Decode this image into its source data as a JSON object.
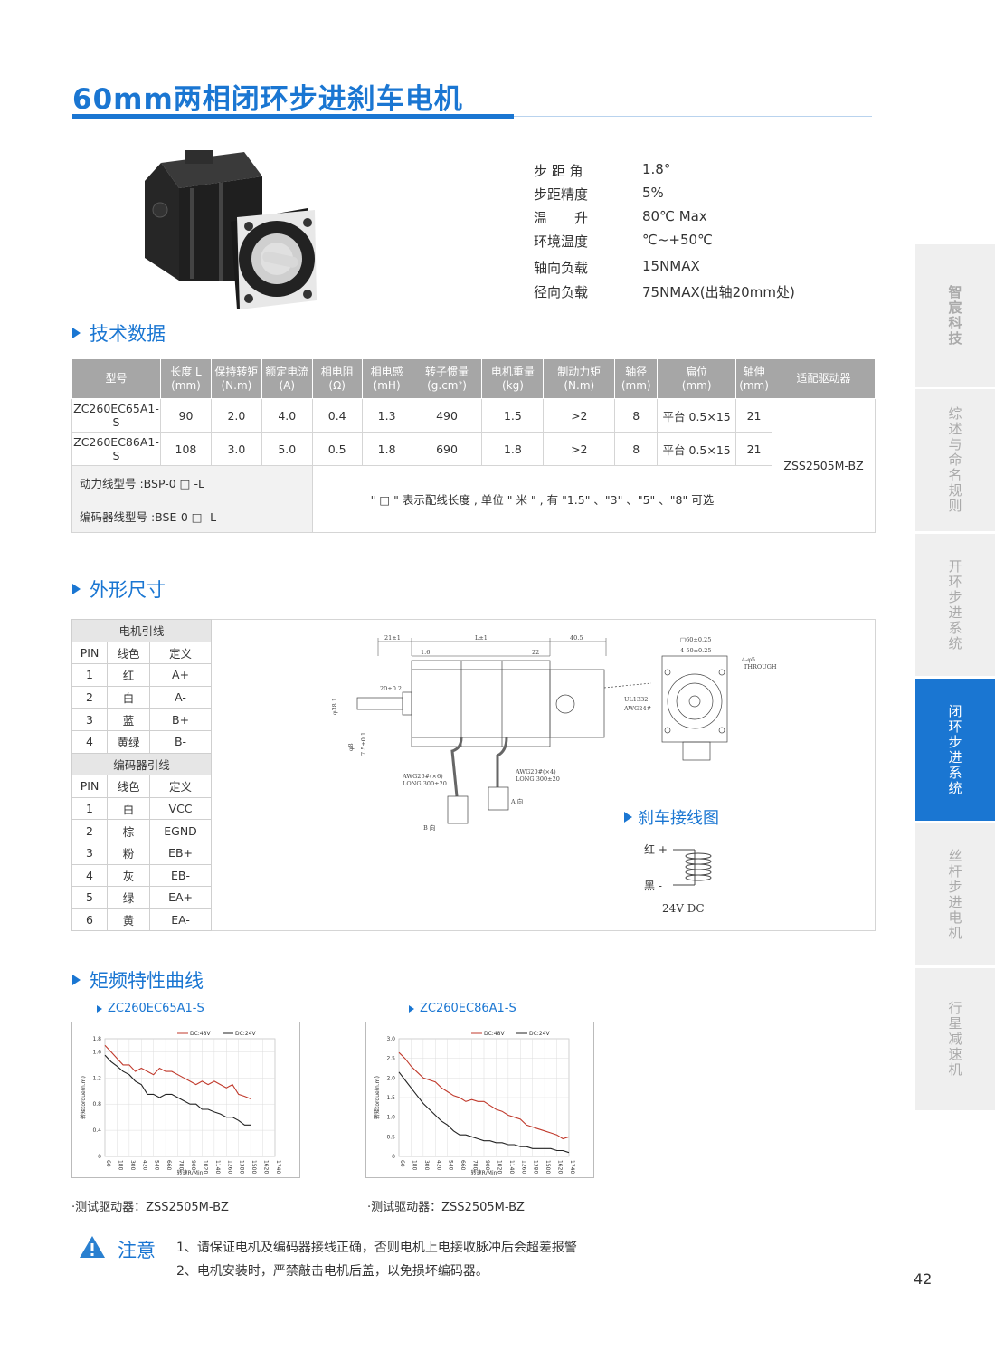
{
  "title": "60mm两相闭环步进刹车电机",
  "specs": [
    {
      "k": "步 距 角",
      "v": "1.8°"
    },
    {
      "k": "步距精度",
      "v": "5%"
    },
    {
      "k": "温　　升",
      "v": "80℃ Max"
    },
    {
      "k": "环境温度",
      "v": "℃~+50℃"
    },
    {
      "k": "轴向负载",
      "v": "15NMAX"
    },
    {
      "k": "径向负载",
      "v": "75NMAX(出轴20mm处)"
    }
  ],
  "sections": {
    "tech": "技术数据",
    "dims": "外形尺寸",
    "brake": "刹车接线图",
    "curves": "矩频特性曲线"
  },
  "tech_table": {
    "headers": [
      "型号",
      "长度 L\n(mm)",
      "保持转矩\n(N.m)",
      "额定电流\n(A)",
      "相电阻\n(Ω)",
      "相电感\n(mH)",
      "转子惯量\n(g.cm²)",
      "电机重量\n(kg)",
      "制动力矩\n(N.m)",
      "轴径\n(mm)",
      "扁位\n(mm)",
      "轴伸\n(mm)",
      "适配驱动器"
    ],
    "rows": [
      [
        "ZC260EC65A1-S",
        "90",
        "2.0",
        "4.0",
        "0.4",
        "1.3",
        "490",
        "1.5",
        ">2",
        "8",
        "平台 0.5×15",
        "21"
      ],
      [
        "ZC260EC86A1-S",
        "108",
        "3.0",
        "5.0",
        "0.5",
        "1.8",
        "690",
        "1.8",
        ">2",
        "8",
        "平台 0.5×15",
        "21"
      ]
    ],
    "driver": "ZSS2505M-BZ",
    "power_cable": "动力线型号 :BSP-0 □ -L",
    "encoder_cable": "编码器线型号 :BSE-0 □ -L",
    "note": "\" □ \" 表示配线长度 , 单位 \" 米 \" , 有 \"1.5\" 、\"3\" 、\"5\" 、\"8\" 可选"
  },
  "motor_leads": {
    "title": "电机引线",
    "headers": [
      "PIN",
      "线色",
      "定义"
    ],
    "rows": [
      [
        "1",
        "红",
        "A+"
      ],
      [
        "2",
        "白",
        "A-"
      ],
      [
        "3",
        "蓝",
        "B+"
      ],
      [
        "4",
        "黄绿",
        "B-"
      ]
    ]
  },
  "encoder_leads": {
    "title": "编码器引线",
    "headers": [
      "PIN",
      "线色",
      "定义"
    ],
    "rows": [
      [
        "1",
        "白",
        "VCC"
      ],
      [
        "2",
        "棕",
        "EGND"
      ],
      [
        "3",
        "粉",
        "EB+"
      ],
      [
        "4",
        "灰",
        "EB-"
      ],
      [
        "5",
        "绿",
        "EA+"
      ],
      [
        "6",
        "黄",
        "EA-"
      ]
    ]
  },
  "drawing": {
    "d1": "21±1",
    "d2": "L±1",
    "d3": "40.5",
    "d4": "1.6",
    "d5": "22",
    "d6": "20±0.2",
    "d7": "φ38.1",
    "d8": "φ8",
    "d9": "7.5±0.1",
    "cable1": "UL1332",
    "cable2": "AWG24#",
    "awg26": "AWG26#(×6)",
    "long1": "LONG:300±20",
    "awg20": "AWG20#(×4)",
    "long2": "LONG:300±20",
    "dirA": "A 向",
    "dirB": "B 向",
    "sq": "□60±0.25",
    "sq2": "4-50±0.25",
    "holes": "4-φ5",
    "through": "THROUGH"
  },
  "brake": {
    "red": "红 +",
    "black": "黑 -",
    "voltage": "24V DC"
  },
  "chart_data": [
    {
      "type": "line",
      "title": "ZC260EC65A1-S",
      "xlabel": "转速R/Min",
      "ylabel": "转矩torque(n.m)",
      "x": [
        60,
        120,
        180,
        240,
        300,
        360,
        420,
        480,
        540,
        600,
        660,
        720,
        780,
        840,
        900,
        960,
        1020,
        1080,
        1140,
        1200,
        1260,
        1320,
        1380,
        1440,
        1500
      ],
      "x_ticks": [
        "60",
        "180",
        "300",
        "420",
        "540",
        "660",
        "780",
        "900",
        "1020",
        "1140",
        "1260",
        "1380",
        "1500",
        "1620",
        "1740"
      ],
      "y_ticks": [
        "0",
        "0.4",
        "0.8",
        "1.2",
        "1.6",
        "1.8"
      ],
      "ylim": [
        0,
        1.8
      ],
      "series": [
        {
          "name": "DC:48V",
          "color": "#c0392b",
          "values": [
            1.7,
            1.6,
            1.5,
            1.4,
            1.4,
            1.3,
            1.35,
            1.3,
            1.25,
            1.35,
            1.3,
            1.3,
            1.25,
            1.2,
            1.15,
            1.1,
            1.15,
            1.1,
            1.15,
            1.1,
            1.05,
            1.1,
            0.95,
            0.92,
            0.88
          ]
        },
        {
          "name": "DC:24V",
          "color": "#222222",
          "values": [
            1.55,
            1.45,
            1.38,
            1.3,
            1.25,
            1.15,
            1.1,
            0.95,
            0.95,
            0.9,
            0.95,
            0.95,
            0.9,
            0.85,
            0.8,
            0.8,
            0.72,
            0.72,
            0.68,
            0.65,
            0.6,
            0.6,
            0.55,
            0.48,
            0.48
          ]
        }
      ]
    },
    {
      "type": "line",
      "title": "ZC260EC86A1-S",
      "xlabel": "转速R/Min",
      "ylabel": "转矩torque(n.m)",
      "x": [
        60,
        120,
        180,
        240,
        300,
        360,
        420,
        480,
        540,
        600,
        660,
        720,
        780,
        840,
        900,
        960,
        1020,
        1080,
        1140,
        1200,
        1260,
        1320,
        1380,
        1440,
        1500,
        1560,
        1620,
        1680,
        1740
      ],
      "x_ticks": [
        "60",
        "180",
        "300",
        "420",
        "540",
        "660",
        "780",
        "900",
        "1020",
        "1140",
        "1260",
        "1380",
        "1500",
        "1620",
        "1740"
      ],
      "y_ticks": [
        "0",
        "0.5",
        "1.0",
        "1.5",
        "2.0",
        "2.5",
        "3.0"
      ],
      "ylim": [
        0,
        3.0
      ],
      "series": [
        {
          "name": "DC:48V",
          "color": "#c0392b",
          "values": [
            2.65,
            2.5,
            2.3,
            2.15,
            2.0,
            1.95,
            1.9,
            1.75,
            1.65,
            1.55,
            1.5,
            1.4,
            1.45,
            1.4,
            1.4,
            1.3,
            1.2,
            1.15,
            1.05,
            1.0,
            0.95,
            0.8,
            0.75,
            0.7,
            0.65,
            0.6,
            0.55,
            0.45,
            0.5
          ]
        },
        {
          "name": "DC:24V",
          "color": "#222222",
          "values": [
            2.15,
            1.95,
            1.75,
            1.55,
            1.35,
            1.2,
            1.05,
            0.9,
            0.8,
            0.65,
            0.55,
            0.55,
            0.5,
            0.45,
            0.4,
            0.4,
            0.35,
            0.35,
            0.3,
            0.3,
            0.25,
            0.25,
            0.2,
            0.2,
            0.2,
            0.2,
            0.15,
            0.15,
            0.1
          ]
        }
      ]
    }
  ],
  "charts": {
    "c1_label": "ZC260EC65A1-S",
    "c2_label": "ZC260EC86A1-S",
    "legend1": "DC:48V",
    "legend2": "DC:24V",
    "xlabel": "转速R/Min",
    "ylabel": "转矩torque(n.m)",
    "test1": "·测试驱动器：ZSS2505M-BZ",
    "test2": "·测试驱动器：ZSS2505M-BZ"
  },
  "notice": {
    "label": "注意",
    "line1": "1、请保证电机及编码器接线正确，否则电机上电接收脉冲后会超差报警",
    "line2": "2、电机安装时，严禁敲击电机后盖，以免损坏编码器。"
  },
  "sidebar": [
    {
      "label": "综述与命名规则",
      "active": false
    },
    {
      "label": "开环步进系统",
      "active": false
    },
    {
      "label": "闭环步进系统",
      "active": true
    },
    {
      "label": "丝杆步进电机",
      "active": false
    },
    {
      "label": "行星减速机",
      "active": false
    }
  ],
  "brand": "智宸科技",
  "page_number": "42"
}
